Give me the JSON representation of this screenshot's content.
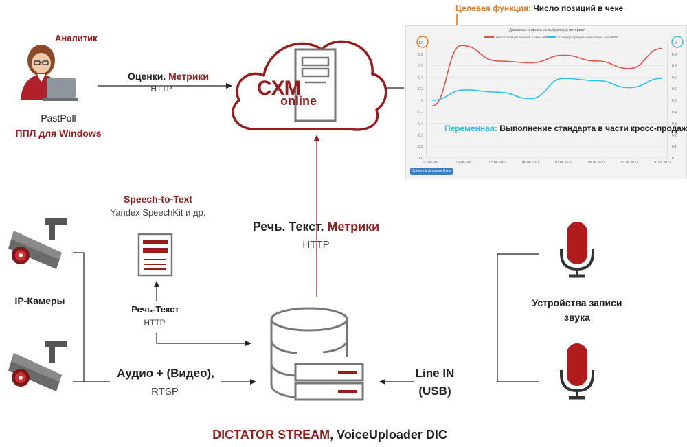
{
  "analyst": {
    "role": "Аналитик",
    "product": "PastPoll",
    "product_sub": "ППЛ для Windows"
  },
  "arrow_analyst_to_cloud": {
    "plain": "Оценки. ",
    "highlight": "Метрики",
    "protocol": "HTTP"
  },
  "cloud": {
    "brand_top": "CXM",
    "brand_bottom": "online"
  },
  "chart_annotations": {
    "target_label": "Целевая функция:",
    "target_text": "Число позиций в чеке",
    "variable_label": "Переменная:",
    "variable_text": "Выполнение стандарта в части кросс-продаж",
    "excel_button": "Скачать в формате Excel",
    "chart_title": "Динамика индекса за выбранный интервал"
  },
  "chart_data": {
    "type": "line",
    "title": "Динамика индекса за выбранный интервал",
    "x": [
      "03.06.2021",
      "04.06.2021",
      "05.06.2021",
      "06.06.2021",
      "07.06.2021",
      "08.06.2021",
      "09.06.2021",
      "10.06.2021"
    ],
    "y_left_ticks": [
      "1.0",
      "0.8",
      "0.6",
      "0.4",
      "0.2",
      "0",
      "-0.2",
      "-0.4",
      "-0.6",
      "-0.8",
      "-1.0"
    ],
    "y_right_ticks": [
      "1.0",
      "0.9",
      "0.8",
      "0.7",
      "0.6",
      "0.5",
      "0.4",
      "0.3",
      "0.2",
      "0.1",
      "0"
    ],
    "ylim_left": [
      -1.0,
      1.0
    ],
    "series": [
      {
        "name": "Число позиций товаров в чеке - все POS",
        "color": "#e0554a",
        "points": [
          [
            0,
            -0.1
          ],
          [
            0.9,
            0.95
          ],
          [
            2,
            0.68
          ],
          [
            3,
            0.65
          ],
          [
            4,
            0.78
          ],
          [
            5,
            0.68
          ],
          [
            6,
            0.55
          ],
          [
            7,
            0.9
          ]
        ]
      },
      {
        "name": "Стандарт продажи смартфона - все POS",
        "color": "#2cc1e8",
        "points": [
          [
            0,
            0.0
          ],
          [
            1,
            0.18
          ],
          [
            2,
            0.14
          ],
          [
            3,
            0.03
          ],
          [
            4,
            0.38
          ],
          [
            5,
            0.34
          ],
          [
            6,
            0.22
          ],
          [
            7,
            0.38
          ]
        ]
      }
    ],
    "grid": true,
    "legend": "top"
  },
  "speech_to_text": {
    "title": "Speech-to-Text",
    "subtitle": "Yandex SpeechKit и др."
  },
  "speech_text_arrow": {
    "label": "Речь-Текст",
    "protocol": "HTTP"
  },
  "server_to_cloud": {
    "plain": "Речь. Текст. ",
    "highlight": "Метрики",
    "protocol": "HTTP"
  },
  "cameras": {
    "label": "IP-Камеры"
  },
  "audio_video": {
    "label": "Аудио + (Видео),",
    "protocol": "RTSP"
  },
  "recorders": {
    "label_line1": "Устройства записи",
    "label_line2": "звука"
  },
  "line_in": {
    "line1": "Line IN",
    "line2": "(USB)"
  },
  "server": {
    "name_highlight": "DICTATOR STREAM",
    "name_rest": ", VoiceUploader DIC"
  },
  "colors": {
    "accent": "#9b1b1b",
    "orange": "#e8771e",
    "cyan": "#2cc1e8",
    "gray": "#777777"
  }
}
